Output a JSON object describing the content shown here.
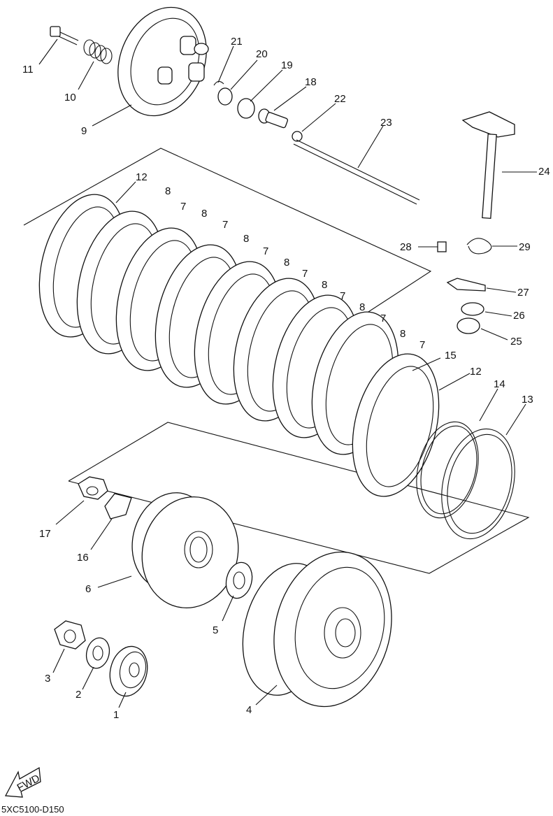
{
  "diagram": {
    "part_labels": [
      "1",
      "2",
      "3",
      "4",
      "5",
      "6",
      "7",
      "8",
      "9",
      "10",
      "11",
      "12",
      "13",
      "14",
      "15",
      "16",
      "17",
      "18",
      "19",
      "20",
      "21",
      "22",
      "23",
      "24",
      "25",
      "26",
      "27",
      "28",
      "29"
    ],
    "fwd_label": "FWD",
    "drawing_code": "5XC5100-D150"
  }
}
